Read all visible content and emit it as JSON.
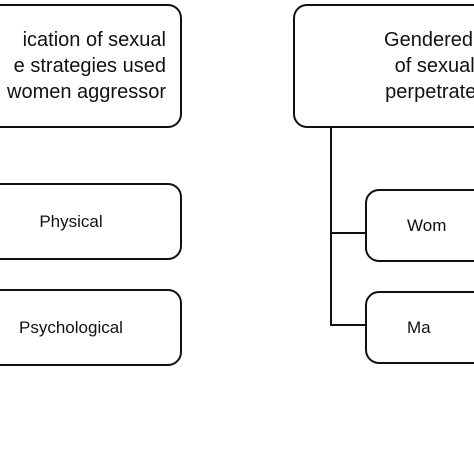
{
  "left_header": {
    "lines": [
      "ication of sexual",
      "e strategies used",
      "women aggressor"
    ]
  },
  "left_items": [
    {
      "label": "Physical"
    },
    {
      "label": "Psychological"
    }
  ],
  "right_header": {
    "lines": [
      "Gendered conse",
      "of sexual viole",
      "perpetrated by a"
    ]
  },
  "right_items": [
    {
      "label": "Wom"
    },
    {
      "label": "Ma"
    }
  ]
}
